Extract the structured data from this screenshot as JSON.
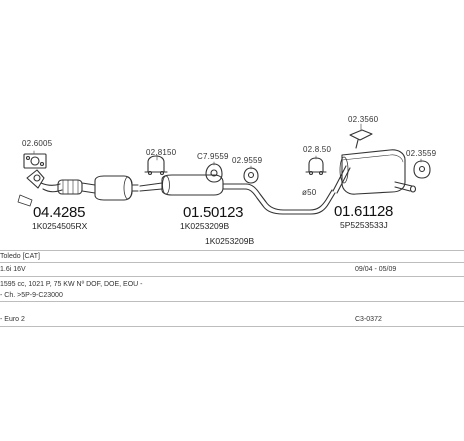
{
  "diagram": {
    "callouts": [
      "02.6005",
      "02.8150",
      "C7.9559",
      "02.9559",
      "02.3560",
      "02.8.50",
      "02.3559"
    ],
    "part_numbers": [
      "04.4285",
      "01.50123",
      "01.61128"
    ],
    "oem_refs": [
      "1K0254505RX",
      "1K0253209B",
      "1K0253209B",
      "5P5253533J"
    ],
    "pipe_diameter": "ø50"
  },
  "info": {
    "vehicle": "Toledo  [CAT]",
    "engine": "1.6i 16V",
    "date_range": "09/04 - 05/09",
    "specs": "1595 cc, 1021 P, 75 KW Nº DOF, DOE, EOU -",
    "chassis": "- Ch. >5P-9-C23000",
    "emission": "- Euro 2",
    "code": "C3-0372"
  }
}
